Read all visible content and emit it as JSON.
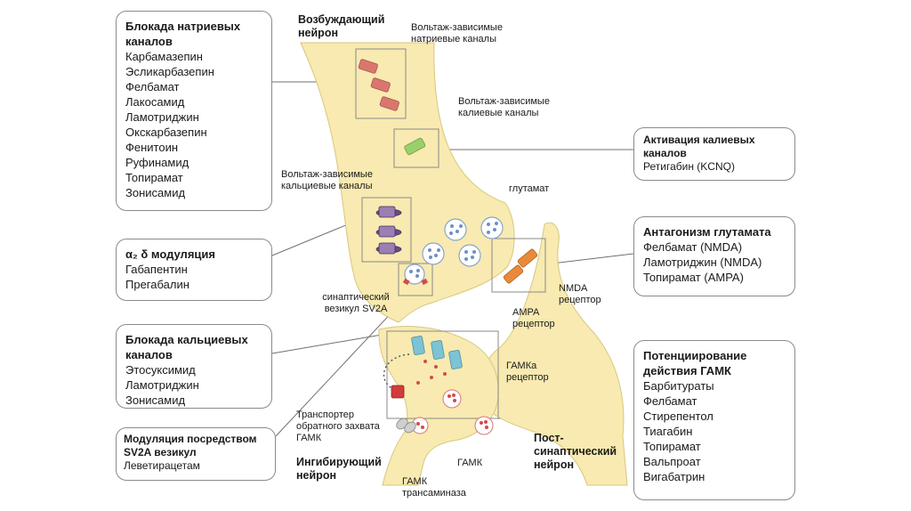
{
  "boxes": {
    "sodium": {
      "title": "Блокада натриевых каналов",
      "items": [
        "Карбамазепин",
        "Эсликарбазепин",
        "Фелбамат",
        "Лакосамид",
        "Ламотриджин",
        "Окскарбазепин",
        "Фенитоин",
        "Руфинамид",
        "Топирамат",
        "Зонисамид"
      ]
    },
    "alpha2delta": {
      "title": "α₂ δ модуляция",
      "items": [
        "Габапентин",
        "Прегабалин"
      ]
    },
    "calcium": {
      "title": "Блокада кальциевых каналов",
      "items": [
        "Этосуксимид",
        "Ламотриджин",
        "Зонисамид"
      ]
    },
    "sv2a": {
      "title": "Модуляция посредством SV2A везикул",
      "items": [
        "Леветирацетам"
      ]
    },
    "potassium": {
      "title": "Активация калиевых каналов",
      "items": [
        "Ретигабин (KCNQ)"
      ]
    },
    "glutamate": {
      "title": "Антагонизм глутамата",
      "items": [
        "Фелбамат (NMDA)",
        "Ламотриджин (NMDA)",
        "Топирамат (AMPA)"
      ]
    },
    "gaba": {
      "title": "Потенциирование действия ГАМК",
      "items": [
        "Барбитураты",
        "Фелбамат",
        "Стирепентол",
        "Тиагабин",
        "Топирамат",
        "Вальпроат",
        "Вигабатрин"
      ]
    }
  },
  "labels": {
    "excitatory": "Возбуждающий нейрон",
    "inhibitory": "Ингибирующий нейрон",
    "postsynaptic": "Пост-синаптический нейрон",
    "na_channels": "Вольтаж-зависимые натриевые каналы",
    "k_channels": "Вольтаж-зависимые калиевые каналы",
    "ca_channels": "Вольтаж-зависимые кальциевые каналы",
    "glutamate": "глутамат",
    "nmda": "NMDA рецептор",
    "ampa": "AMPA рецептор",
    "synaptic_vesicle": "синаптический везикул SV2A",
    "gaba_a": "ГАМКа рецептор",
    "transporter": "Транспортер обратного захвата ГАМК",
    "gaba": "ГАМК",
    "transaminase": "ГАМК трансаминаза"
  },
  "colors": {
    "neuron_fill": "#f8eab0",
    "neuron_stroke": "#d8c77e",
    "na_channel": "#d9776e",
    "k_channel": "#9bcf6a",
    "ca_channel": "#6b4b82",
    "ampa": "#e98a3b",
    "gaba_receptor": "#7cc3d6",
    "vesicle_dot": "#6d8fc7",
    "gaba_dot": "#d24b4b",
    "transporter": "#d23b3b"
  }
}
